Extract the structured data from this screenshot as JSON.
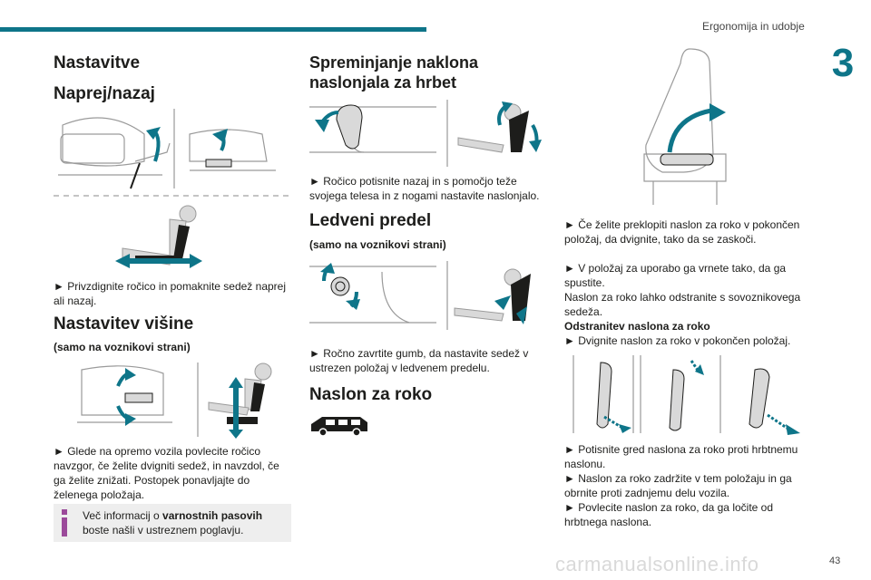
{
  "header": {
    "section_title": "Ergonomija in udobje",
    "chapter_number": "3"
  },
  "col1": {
    "title": "Nastavitve",
    "sub_title": "Naprej/nazaj",
    "fwd_text": "► Privzdignite ročico in pomaknite sedež naprej ali nazaj.",
    "height_title": "Nastavitev višine",
    "height_note": "(samo na voznikovi strani)",
    "height_text": "► Glede na opremo vozila povlecite ročico navzgor, če želite dvigniti sedež, in navzdol, če ga želite znižati. Postopek ponavljajte do želenega položaja.",
    "info_prefix": "Več informacij o ",
    "info_bold": "varnostnih pasovih",
    "info_suffix": " boste našli v ustreznem poglavju."
  },
  "col2": {
    "title": "Spreminjanje naklona naslonjala za hrbet",
    "recline_text": "► Ročico potisnite nazaj in s pomočjo teže svojega telesa in z nogami nastavite naslonjalo.",
    "lumbar_title": "Ledveni predel",
    "lumbar_note": "(samo na voznikovi strani)",
    "lumbar_text": "► Ročno zavrtite gumb, da nastavite sedež v ustrezen položaj v ledvenem predelu.",
    "armrest_title": "Naslon za roko"
  },
  "col3": {
    "fold_text": "► Če želite preklopiti naslon za roko v pokončen položaj, da dvignite, tako da se zaskoči.",
    "use_text": "► V položaj za uporabo ga vrnete tako, da ga spustite.",
    "remove_text": "Naslon za roko lahko odstranite s sovoznikovega sedeža.",
    "removal_title": "Odstranitev naslona za roko",
    "removal_step1": "► Dvignite naslon za roko v pokončen položaj.",
    "push_text": "► Potisnite gred naslona za roko proti hrbtnemu naslonu.",
    "hold_text": "► Naslon za roko zadržite v tem položaju in ga obrnite proti zadnjemu delu vozila.",
    "pull_text": "► Povlecite naslon za roko, da ga ločite od hrbtnega naslona."
  },
  "footer": {
    "page_number": "43",
    "watermark": "carmanualsonline.info"
  },
  "colors": {
    "accent": "#0e7589",
    "info_bg": "#eeeeee",
    "info_icon": "#9b4a9a"
  }
}
